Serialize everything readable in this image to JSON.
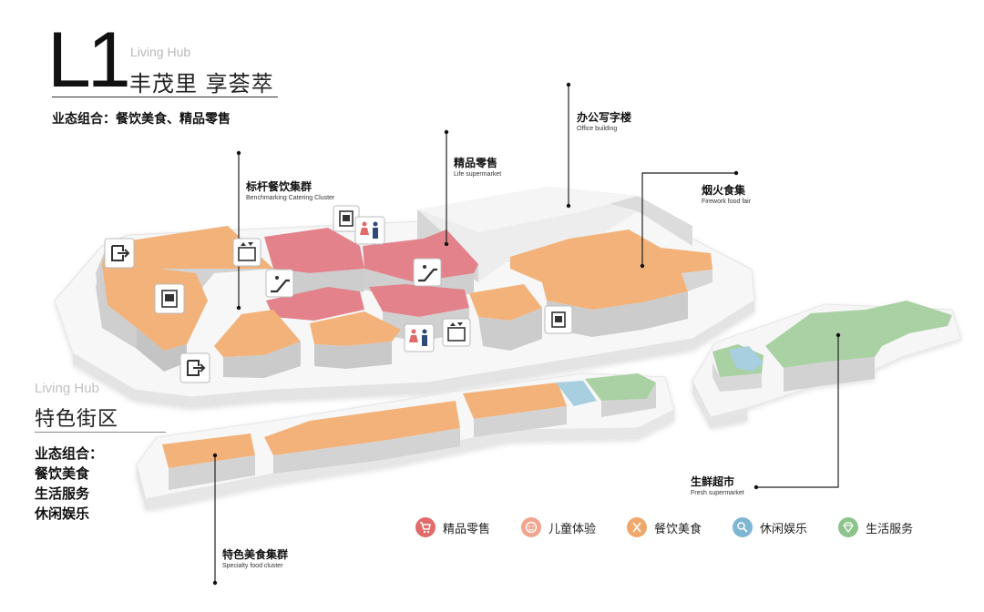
{
  "header": {
    "level": "L1",
    "en": "Living Hub",
    "cn": "丰茂里 享荟萃",
    "business": "业态组合：餐饮美食、精品零售"
  },
  "street": {
    "en": "Living Hub",
    "cn": "特色街区",
    "business_title": "业态组合：",
    "business_lines": [
      "餐饮美食",
      "生活服务",
      "休闲娱乐"
    ]
  },
  "labels": {
    "catering_cluster": {
      "cn": "标杆餐饮集群",
      "en": "Benchmarking Catering Cluster"
    },
    "boutique_retail": {
      "cn": "精品零售",
      "en": "Life supermarket"
    },
    "office": {
      "cn": "办公写字楼",
      "en": "Office building"
    },
    "firework_food": {
      "cn": "烟火食集",
      "en": "Firework food fair"
    },
    "fresh_market": {
      "cn": "生鲜超市",
      "en": "Fresh supermarket"
    },
    "specialty_food": {
      "cn": "特色美食集群",
      "en": "Specialty food cluster"
    }
  },
  "legend": [
    {
      "label": "精品零售",
      "color": "#e26a6a",
      "icon": "cart-icon"
    },
    {
      "label": "儿童体验",
      "color": "#f2a58e",
      "icon": "child-face-icon"
    },
    {
      "label": "餐饮美食",
      "color": "#f0a86a",
      "icon": "utensils-icon"
    },
    {
      "label": "休闲娱乐",
      "color": "#7fb6d4",
      "icon": "leisure-icon"
    },
    {
      "label": "生活服务",
      "color": "#8cc48c",
      "icon": "diamond-icon"
    }
  ],
  "colors": {
    "retail": "#e3828a",
    "food": "#f2b27a",
    "leisure": "#a8cfe0",
    "service": "#a9d1a3",
    "building_top": "#f1f1f1",
    "building_side": "#c9c9c9",
    "base": "#f6f6f6"
  }
}
